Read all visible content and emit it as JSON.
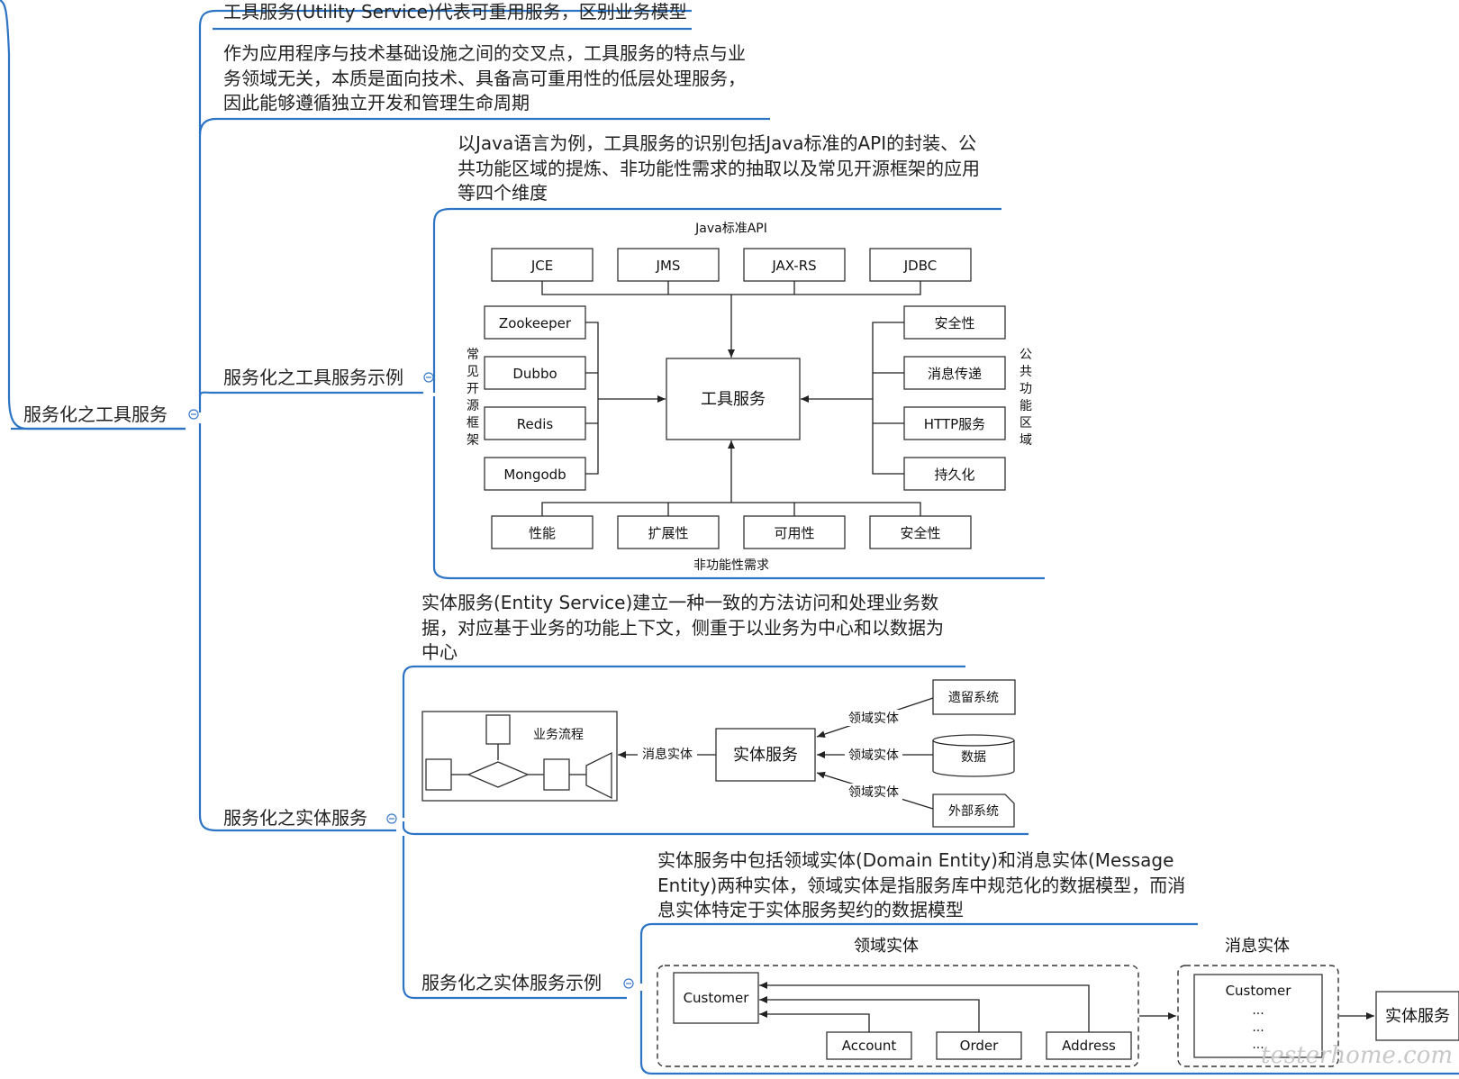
{
  "root": {
    "label": "服务化之工具服务"
  },
  "utility": {
    "note1": "工具服务(Utility Service)代表可重用服务，区别业务模型",
    "note2": [
      "作为应用程序与技术基础设施之间的交叉点，工具服务的特点与业",
      "务领域无关，本质是面向技术、具备高可重用性的低层处理服务，",
      "因此能够遵循独立开发和管理生命周期"
    ],
    "example_label": "服务化之工具服务示例",
    "example_note": [
      "以Java语言为例，工具服务的识别包括Java标准的API的封装、公",
      "共功能区域的提炼、非功能性需求的抽取以及常见开源框架的应用",
      "等四个维度"
    ],
    "diagram": {
      "center": "工具服务",
      "top_title": "Java标准API",
      "top_boxes": [
        "JCE",
        "JMS",
        "JAX-RS",
        "JDBC"
      ],
      "left_title": "常见开源框架",
      "left_boxes": [
        "Zookeeper",
        "Dubbo",
        "Redis",
        "Mongodb"
      ],
      "right_title": "公共功能区域",
      "right_boxes": [
        "安全性",
        "消息传递",
        "HTTP服务",
        "持久化"
      ],
      "bottom_title": "非功能性需求",
      "bottom_boxes": [
        "性能",
        "扩展性",
        "可用性",
        "安全性"
      ]
    }
  },
  "entity": {
    "label": "服务化之实体服务",
    "note": [
      "实体服务(Entity Service)建立一种一致的方法访问和处理业务数",
      "据，对应基于业务的功能上下文，侧重于以业务为中心和以数据为",
      "中心"
    ],
    "diagram": {
      "process_title": "业务流程",
      "message_entity": "消息实体",
      "center": "实体服务",
      "domain_entity": "领域实体",
      "sources": [
        "遗留系统",
        "数据",
        "外部系统"
      ]
    },
    "example_label": "服务化之实体服务示例",
    "example_note": [
      "实体服务中包括领域实体(Domain Entity)和消息实体(Message",
      "Entity)两种实体，领域实体是指服务库中规范化的数据模型，而消",
      "息实体特定于实体服务契约的数据模型"
    ],
    "example": {
      "domain_title": "领域实体",
      "message_title": "消息实体",
      "customer": "Customer",
      "children": [
        "Account",
        "Order",
        "Address"
      ],
      "msg_customer": "Customer",
      "ellipsis": "...",
      "service": "实体服务"
    }
  },
  "watermark": "testerhome.com"
}
